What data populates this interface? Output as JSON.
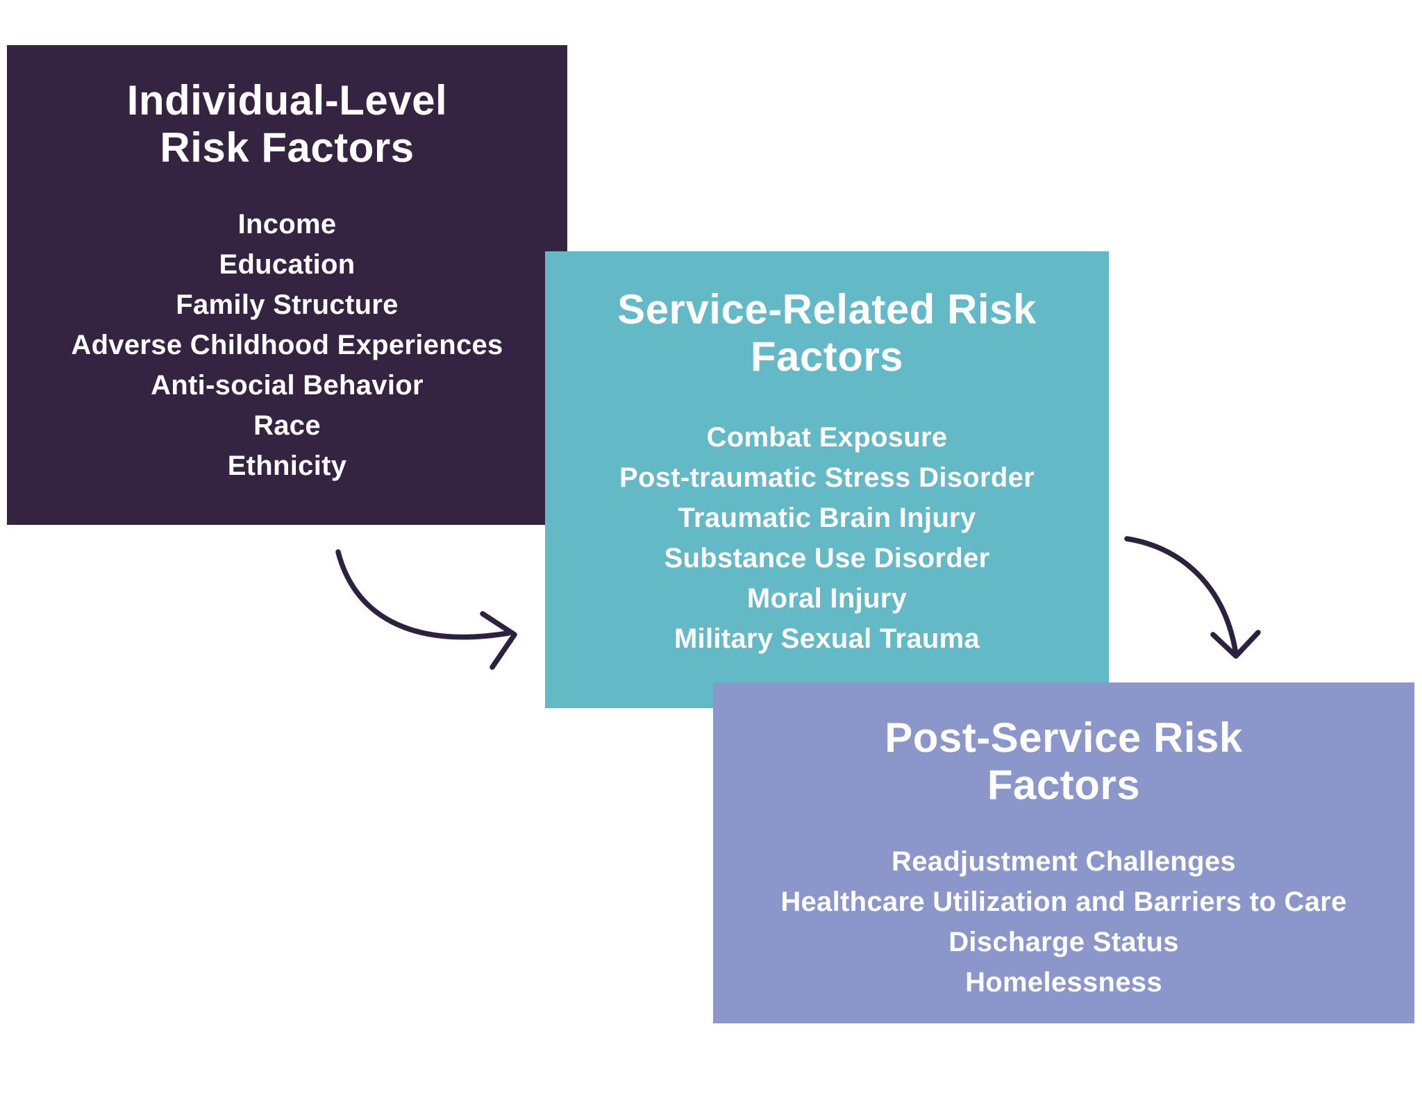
{
  "canvas": {
    "background": "#ffffff"
  },
  "boxes": {
    "individual": {
      "title": "Individual-Level Risk Factors",
      "items": [
        "Income",
        "Education",
        "Family Structure",
        "Adverse Childhood Experiences",
        "Anti-social Behavior",
        "Race",
        "Ethnicity"
      ],
      "bg_color": "#342442",
      "text_color": "#ffffff"
    },
    "service": {
      "title": "Service-Related Risk Factors",
      "items": [
        "Combat Exposure",
        "Post-traumatic Stress Disorder",
        "Traumatic Brain Injury",
        "Substance Use Disorder",
        "Moral Injury",
        "Military Sexual Trauma"
      ],
      "bg_color": "#63b9c5",
      "text_color": "#ffffff"
    },
    "post_service": {
      "title": "Post-Service Risk Factors",
      "items": [
        "Readjustment Challenges",
        "Healthcare Utilization and Barriers to Care",
        "Discharge Status",
        "Homelessness"
      ],
      "bg_color": "#8b96cb",
      "text_color": "#ffffff"
    }
  },
  "arrows": {
    "color": "#2e2140"
  }
}
